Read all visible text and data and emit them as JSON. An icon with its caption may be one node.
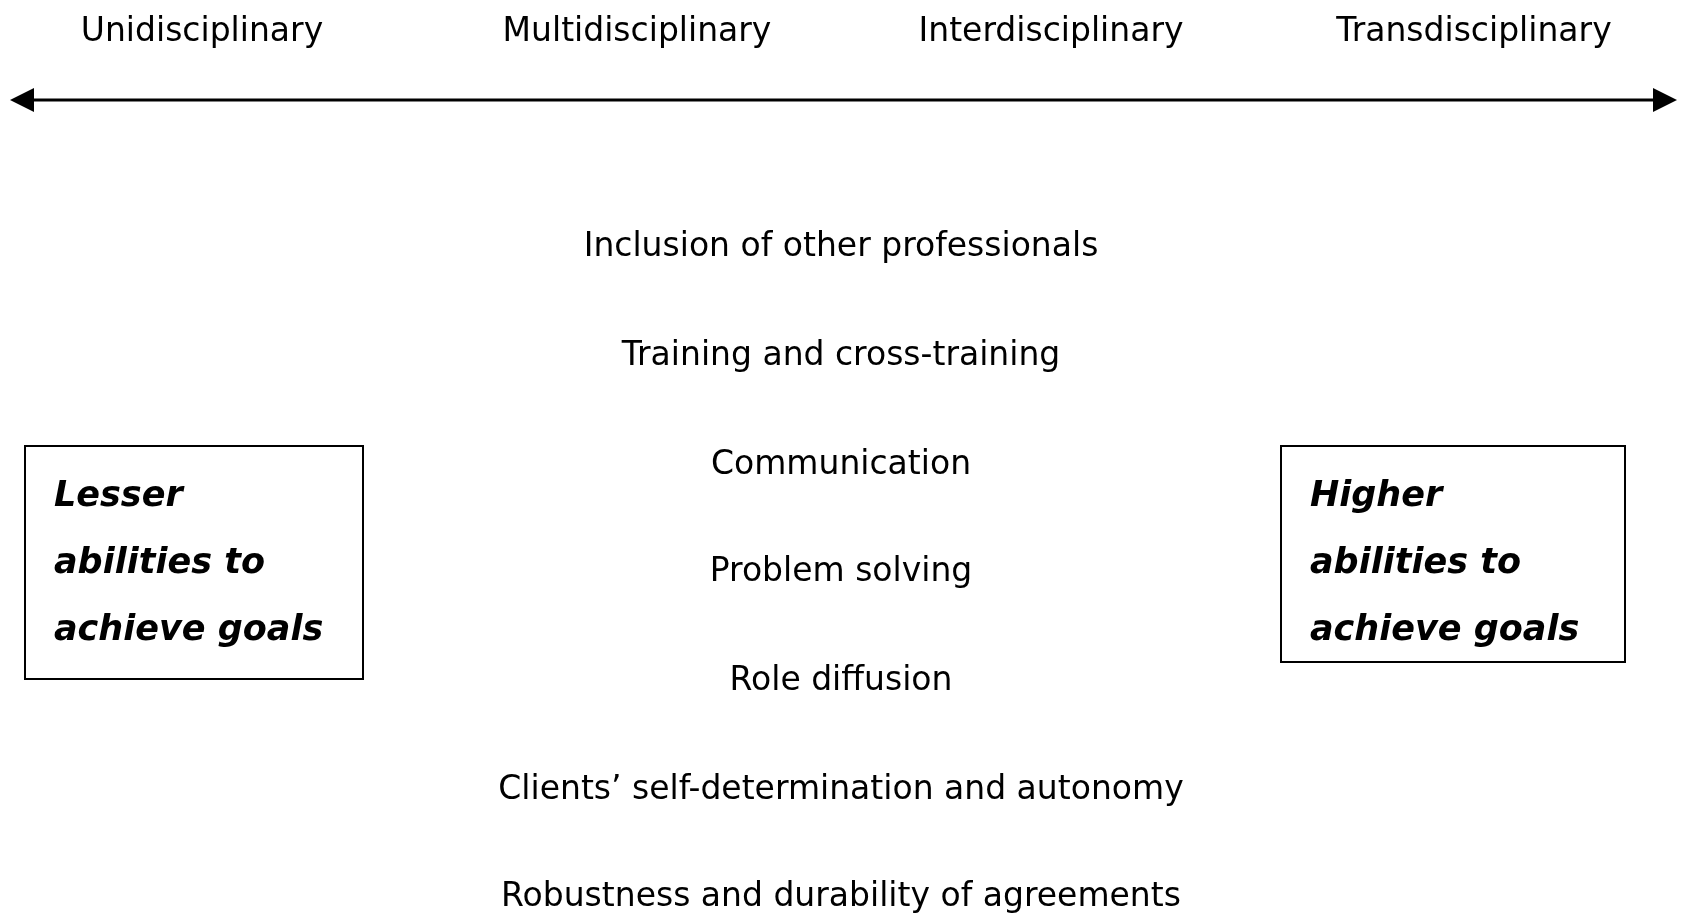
{
  "diagram": {
    "nodes": [
      {
        "text": [
          "Lesser abilities to achieve goals"
        ]
      },
      {
        "text": [
          "Higher abilities to achieve goals"
        ]
      }
    ],
    "labels": [
      "Unidisciplinary",
      "Multidisciplinary",
      "Interdisciplinary",
      "Transdisciplinary",
      "Inclusion of other professionals",
      "Training and cross-training",
      "Communication",
      "Problem solving",
      "Role diffusion",
      "Clients’ self-determination and autonomy",
      "Robustness and durability of agreements"
    ]
  }
}
